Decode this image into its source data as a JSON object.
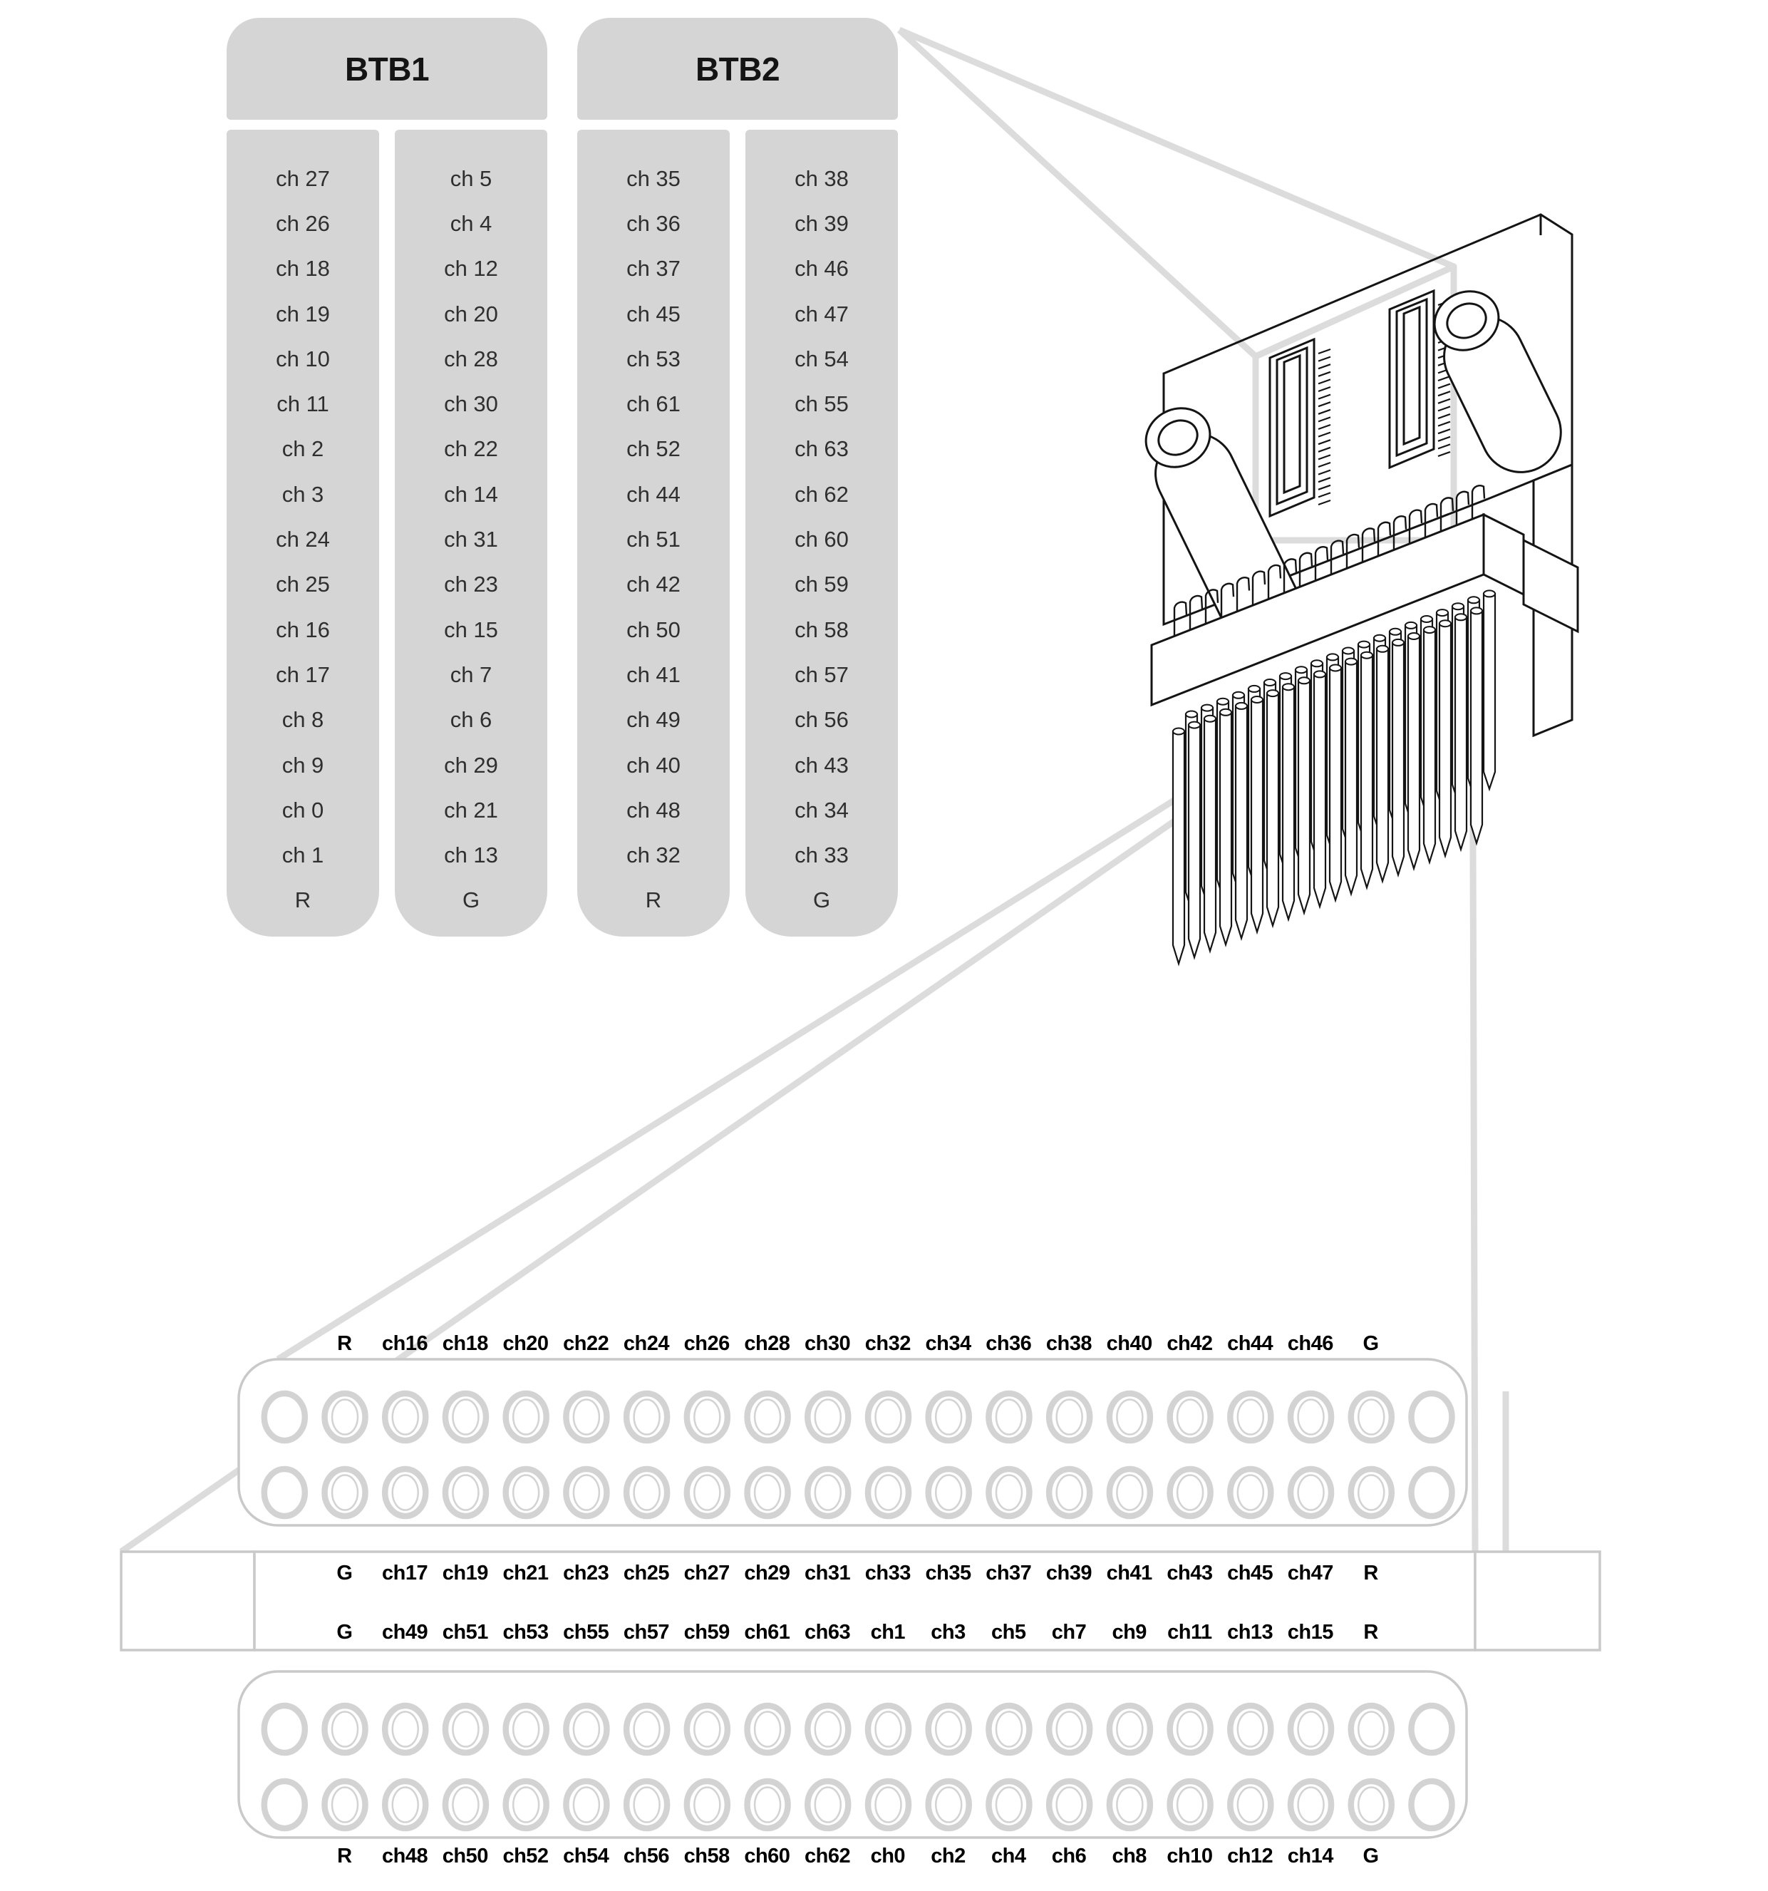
{
  "colors": {
    "panel_fill": "#d5d5d5",
    "panel_text": "#2f2f2f",
    "title_text": "#141414",
    "diagram_outline": "#c9c9c9",
    "hole_ring": "#d3d3d3",
    "leader_line": "#dcdcdc",
    "iso_line": "#141414",
    "background": "#ffffff"
  },
  "btb_tables": [
    {
      "title": "BTB1",
      "columns": [
        [
          "ch 27",
          "ch 26",
          "ch 18",
          "ch 19",
          "ch 10",
          "ch 11",
          "ch 2",
          "ch 3",
          "ch 24",
          "ch 25",
          "ch 16",
          "ch 17",
          "ch 8",
          "ch 9",
          "ch 0",
          "ch 1",
          "R"
        ],
        [
          "ch 5",
          "ch 4",
          "ch 12",
          "ch 20",
          "ch 28",
          "ch 30",
          "ch 22",
          "ch 14",
          "ch 31",
          "ch 23",
          "ch 15",
          "ch 7",
          "ch 6",
          "ch 29",
          "ch 21",
          "ch 13",
          "G"
        ]
      ]
    },
    {
      "title": "BTB2",
      "columns": [
        [
          "ch 35",
          "ch 36",
          "ch 37",
          "ch 45",
          "ch 53",
          "ch 61",
          "ch 52",
          "ch 44",
          "ch 51",
          "ch 42",
          "ch 50",
          "ch 41",
          "ch 49",
          "ch 40",
          "ch 48",
          "ch 32",
          "R"
        ],
        [
          "ch 38",
          "ch 39",
          "ch 46",
          "ch 47",
          "ch 54",
          "ch 55",
          "ch 63",
          "ch 62",
          "ch 60",
          "ch 59",
          "ch 58",
          "ch 57",
          "ch 56",
          "ch 43",
          "ch 34",
          "ch 33",
          "G"
        ]
      ]
    }
  ],
  "bottom_connector": {
    "holes_per_row": 20,
    "hole_rows_per_block": 2,
    "top_block": {
      "labels_above": [
        "R",
        "ch16",
        "ch18",
        "ch20",
        "ch22",
        "ch24",
        "ch26",
        "ch28",
        "ch30",
        "ch32",
        "ch34",
        "ch36",
        "ch38",
        "ch40",
        "ch42",
        "ch44",
        "ch46",
        "G"
      ],
      "labels_below": [
        "G",
        "ch17",
        "ch19",
        "ch21",
        "ch23",
        "ch25",
        "ch27",
        "ch29",
        "ch31",
        "ch33",
        "ch35",
        "ch37",
        "ch39",
        "ch41",
        "ch43",
        "ch45",
        "ch47",
        "R"
      ]
    },
    "bottom_block": {
      "labels_above": [
        "G",
        "ch49",
        "ch51",
        "ch53",
        "ch55",
        "ch57",
        "ch59",
        "ch61",
        "ch63",
        "ch1",
        "ch3",
        "ch5",
        "ch7",
        "ch9",
        "ch11",
        "ch13",
        "ch15",
        "R"
      ],
      "labels_below": [
        "R",
        "ch48",
        "ch50",
        "ch52",
        "ch54",
        "ch56",
        "ch58",
        "ch60",
        "ch62",
        "ch0",
        "ch2",
        "ch4",
        "ch6",
        "ch8",
        "ch10",
        "ch12",
        "ch14",
        "G"
      ]
    }
  },
  "iso_drawing": {
    "pins_per_row": 20,
    "pin_rows": 2,
    "hook_count": 20,
    "slot_count": 2,
    "slot_pin_ticks": 21,
    "mount_cylinders": 2
  }
}
